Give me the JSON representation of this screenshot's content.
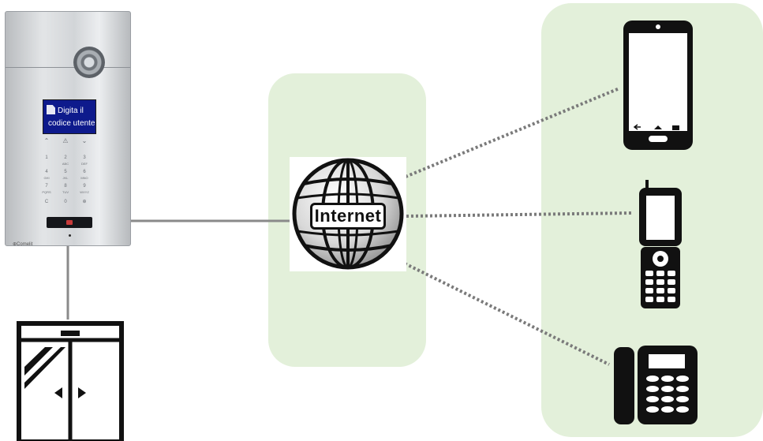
{
  "panel": {
    "screen_line1": "Digita il",
    "screen_line2": "codice utente",
    "brand": "⊕Comelit",
    "nav_keys": [
      "⌃",
      "⚠",
      "⌄"
    ],
    "keys": [
      {
        "main": "1",
        "sub": ""
      },
      {
        "main": "2",
        "sub": "ABC"
      },
      {
        "main": "3",
        "sub": "DEF"
      },
      {
        "main": "4",
        "sub": "GHI"
      },
      {
        "main": "5",
        "sub": "JKL"
      },
      {
        "main": "6",
        "sub": "MNO"
      },
      {
        "main": "7",
        "sub": "PQRS"
      },
      {
        "main": "8",
        "sub": "TUV"
      },
      {
        "main": "9",
        "sub": "WXYZ"
      },
      {
        "main": "C",
        "sub": ""
      },
      {
        "main": "0",
        "sub": ""
      },
      {
        "main": "⊕",
        "sub": ""
      }
    ]
  },
  "network": {
    "label": "Internet",
    "icon": "globe-icon"
  },
  "devices": [
    {
      "name": "smartphone",
      "icon": "smartphone-icon"
    },
    {
      "name": "mobile-phone",
      "icon": "feature-phone-icon"
    },
    {
      "name": "desk-phone",
      "icon": "desk-phone-icon"
    }
  ],
  "door": {
    "icon": "sliding-door-icon"
  },
  "colors": {
    "zone_fill": "#e3f0da",
    "connector": "#8a8a8a",
    "dotted_link": "#7a7a7a",
    "icon_black": "#111111",
    "screen_blue": "#0e1a8c"
  }
}
